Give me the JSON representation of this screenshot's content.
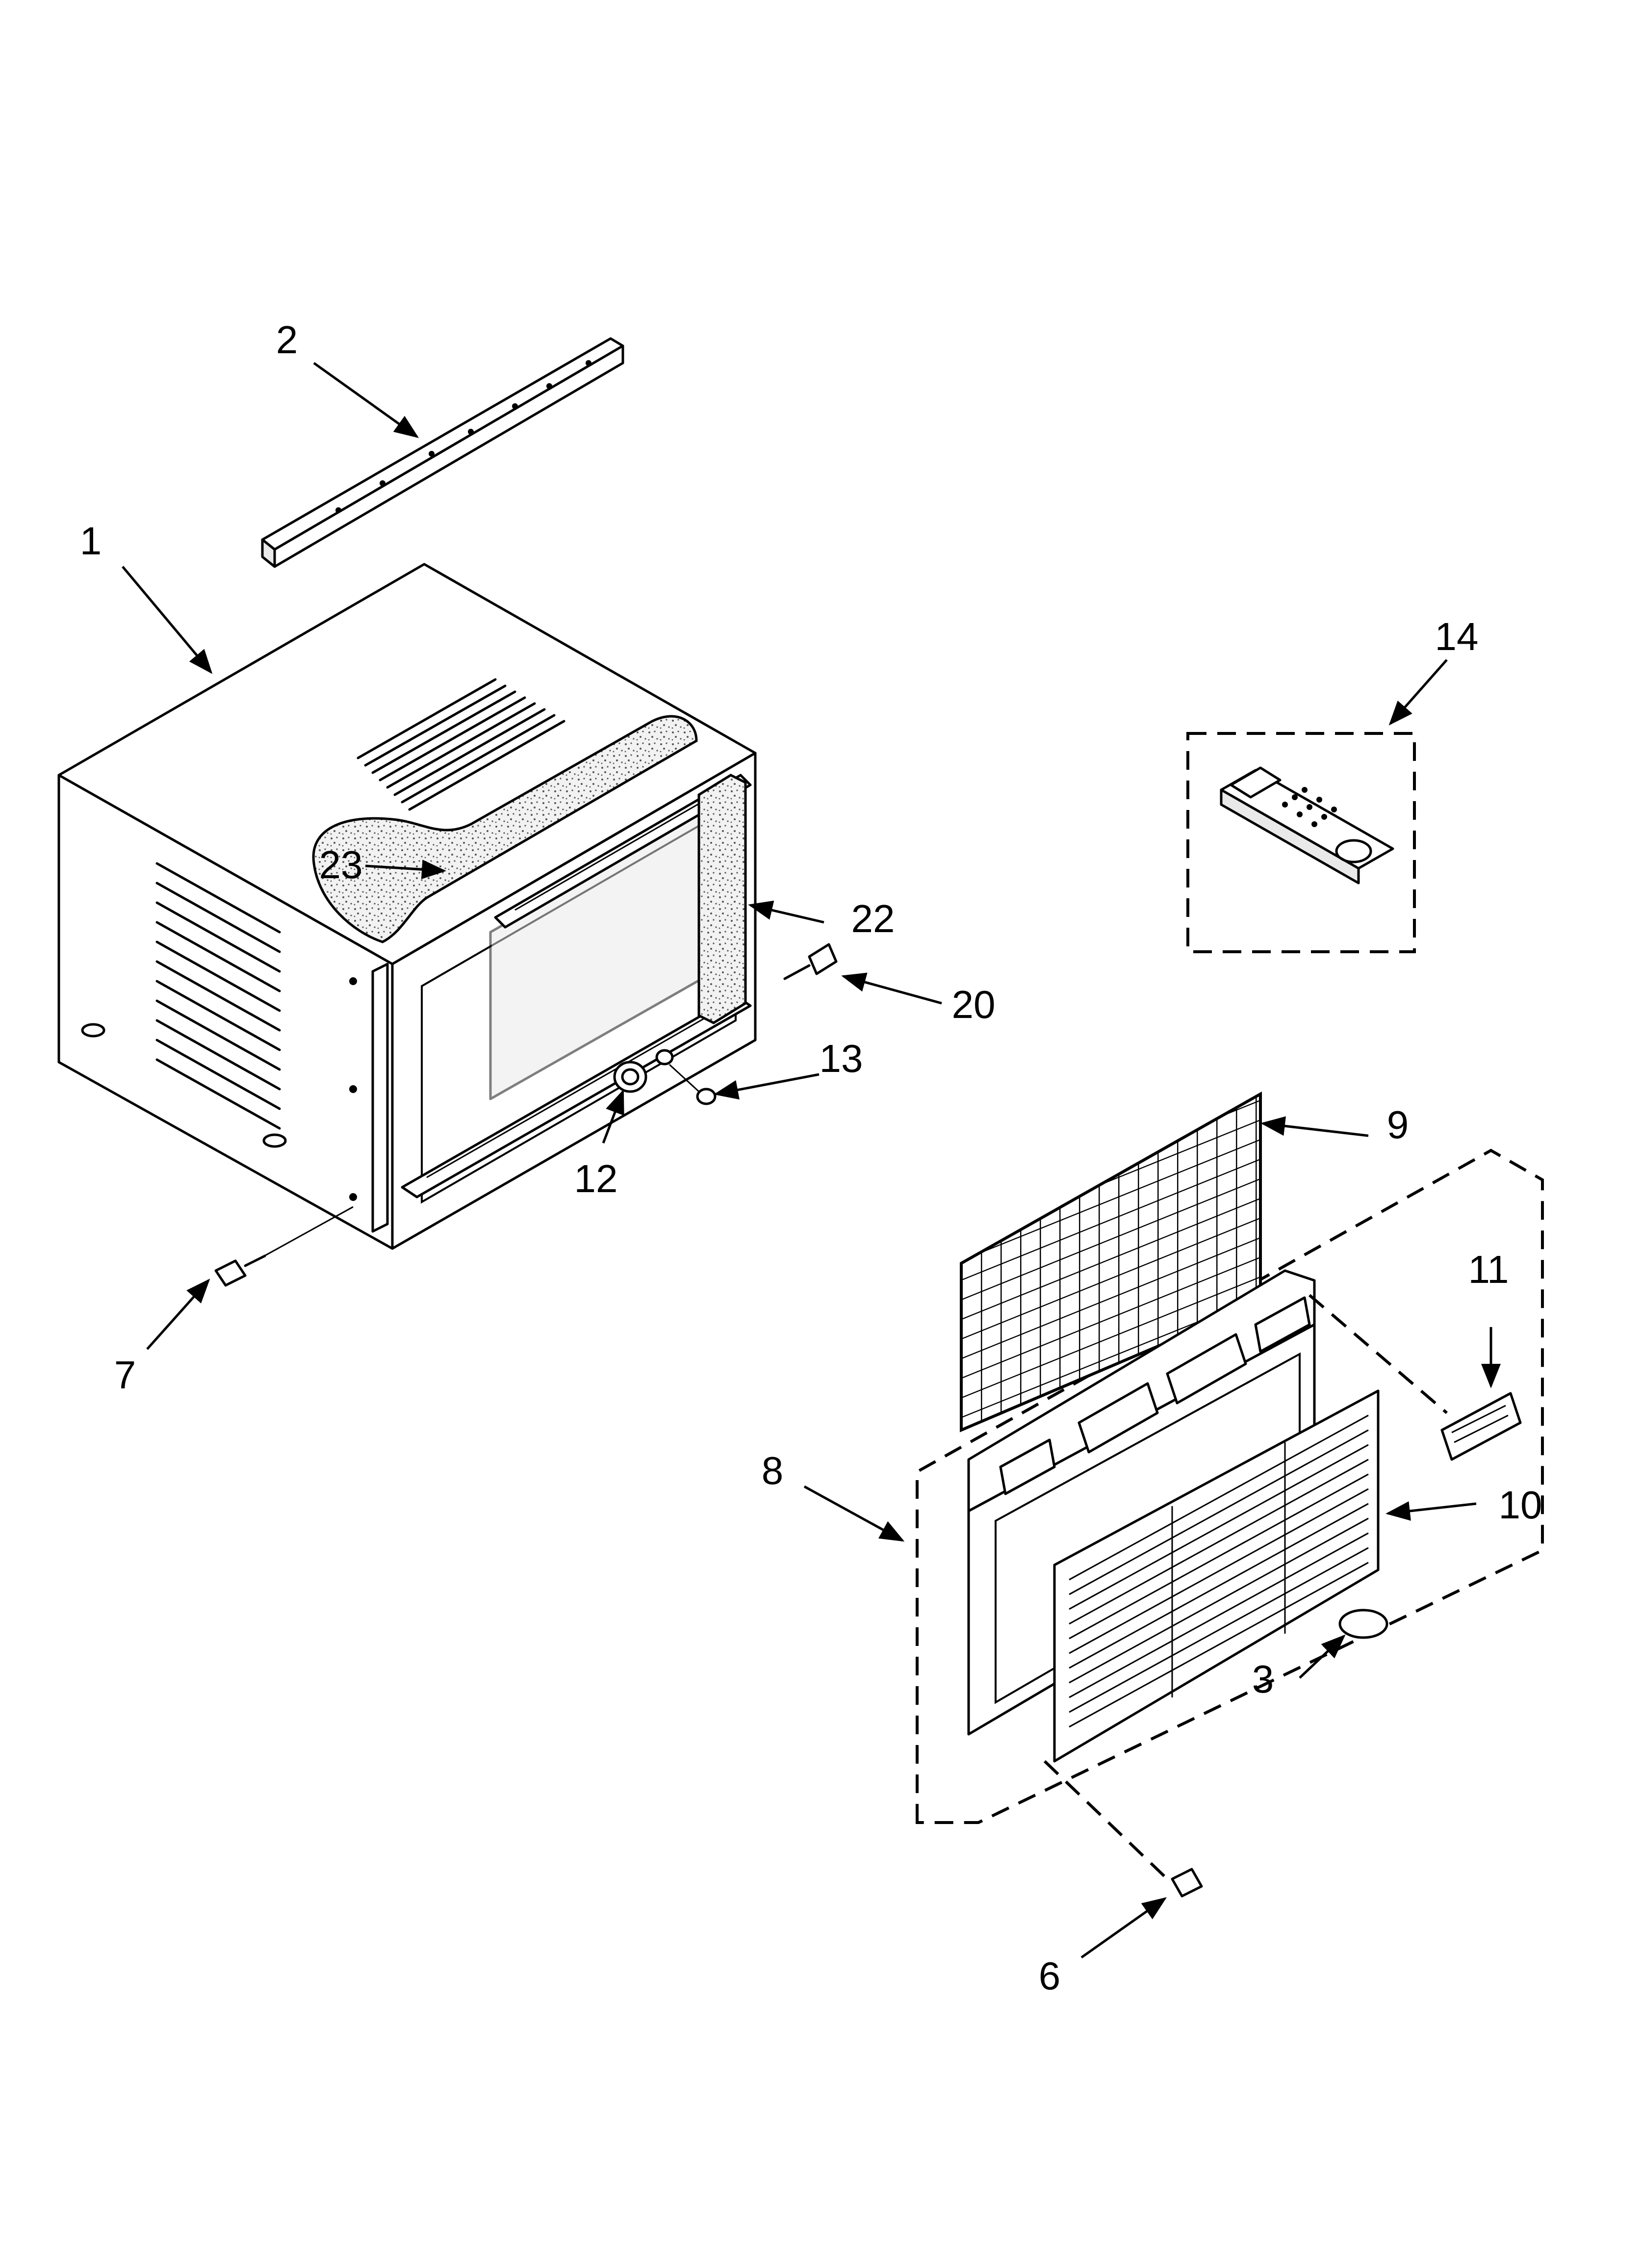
{
  "callouts": [
    {
      "id": "c1",
      "label": "1"
    },
    {
      "id": "c2",
      "label": "2"
    },
    {
      "id": "c3",
      "label": "3"
    },
    {
      "id": "c6",
      "label": "6"
    },
    {
      "id": "c7",
      "label": "7"
    },
    {
      "id": "c8",
      "label": "8"
    },
    {
      "id": "c9",
      "label": "9"
    },
    {
      "id": "c10",
      "label": "10"
    },
    {
      "id": "c11",
      "label": "11"
    },
    {
      "id": "c12",
      "label": "12"
    },
    {
      "id": "c13",
      "label": "13"
    },
    {
      "id": "c14",
      "label": "14"
    },
    {
      "id": "c20",
      "label": "20"
    },
    {
      "id": "c22",
      "label": "22"
    },
    {
      "id": "c23",
      "label": "23"
    }
  ]
}
